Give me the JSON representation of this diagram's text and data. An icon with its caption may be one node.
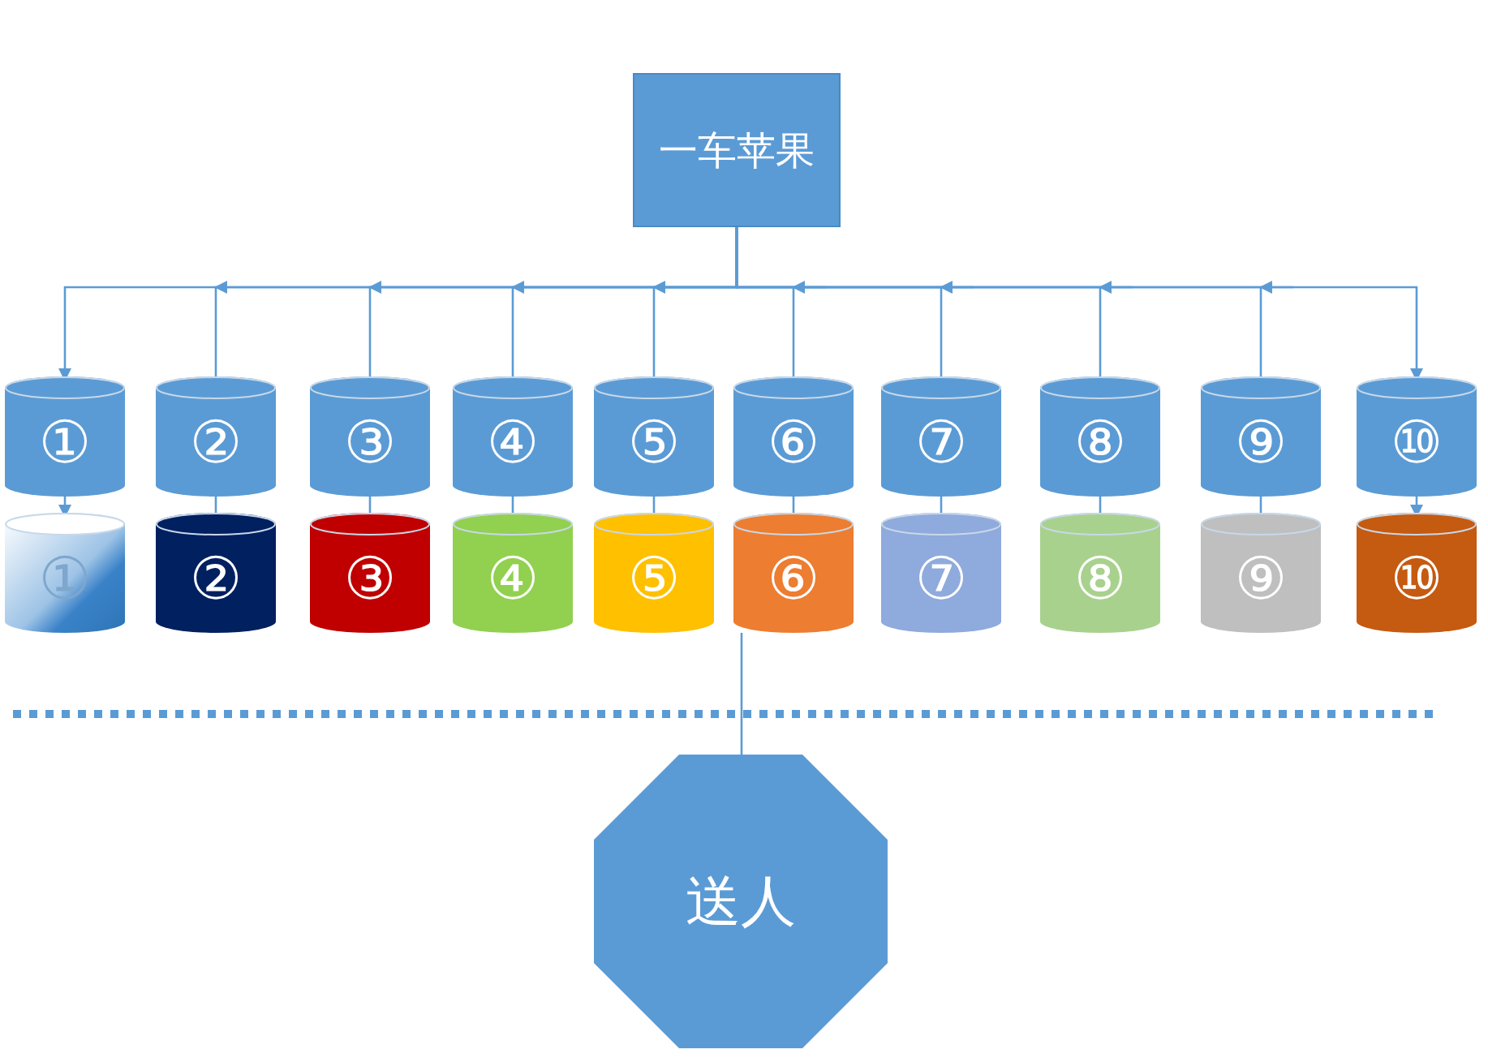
{
  "diagram": {
    "nodes": [
      {
        "text": [
          "一车苹果"
        ]
      },
      {
        "text": [
          "①"
        ]
      },
      {
        "text": [
          "②"
        ]
      },
      {
        "text": [
          "③"
        ]
      },
      {
        "text": [
          "④"
        ]
      },
      {
        "text": [
          "⑤"
        ]
      },
      {
        "text": [
          "⑥"
        ]
      },
      {
        "text": [
          "⑦"
        ]
      },
      {
        "text": [
          "⑧"
        ]
      },
      {
        "text": [
          "⑨"
        ]
      },
      {
        "text": [
          "⑩"
        ]
      },
      {
        "text": [
          "①"
        ]
      },
      {
        "text": [
          "②"
        ]
      },
      {
        "text": [
          "③"
        ]
      },
      {
        "text": [
          "④"
        ]
      },
      {
        "text": [
          "⑤"
        ]
      },
      {
        "text": [
          "⑥"
        ]
      },
      {
        "text": [
          "⑦"
        ]
      },
      {
        "text": [
          "⑧"
        ]
      },
      {
        "text": [
          "⑨"
        ]
      },
      {
        "text": [
          "⑩"
        ]
      },
      {
        "text": [
          "送人"
        ]
      }
    ],
    "edges": [
      {
        "from": 0,
        "to": 1,
        "arrow": "to"
      },
      {
        "from": 0,
        "to": 2,
        "arrow": "to"
      },
      {
        "from": 0,
        "to": 3,
        "arrow": "to"
      },
      {
        "from": 0,
        "to": 4,
        "arrow": "to"
      },
      {
        "from": 0,
        "to": 5,
        "arrow": "to"
      },
      {
        "from": 0,
        "to": 6,
        "arrow": "to"
      },
      {
        "from": 0,
        "to": 7,
        "arrow": "to"
      },
      {
        "from": 0,
        "to": 8,
        "arrow": "to"
      },
      {
        "from": 0,
        "to": 9,
        "arrow": "to"
      },
      {
        "from": 0,
        "to": 10,
        "arrow": "to"
      },
      {
        "from": 1,
        "to": 11,
        "arrow": "to"
      },
      {
        "from": 2,
        "to": 12,
        "arrow": "none"
      },
      {
        "from": 3,
        "to": 13,
        "arrow": "none"
      },
      {
        "from": 4,
        "to": 14,
        "arrow": "none"
      },
      {
        "from": 5,
        "to": 15,
        "arrow": "none"
      },
      {
        "from": 6,
        "to": 16,
        "arrow": "none"
      },
      {
        "from": 7,
        "to": 17,
        "arrow": "none"
      },
      {
        "from": 8,
        "to": 18,
        "arrow": "none"
      },
      {
        "from": 9,
        "to": 19,
        "arrow": "none"
      },
      {
        "from": 10,
        "to": 20,
        "arrow": "to"
      },
      {
        "from": 16,
        "to": 21,
        "arrow": "none"
      }
    ]
  }
}
